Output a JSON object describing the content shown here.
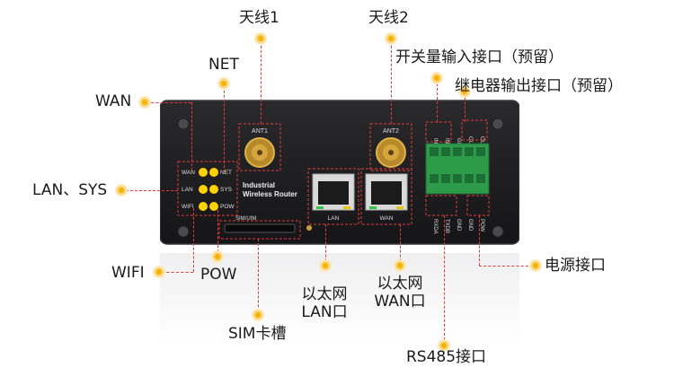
{
  "labels": {
    "antenna1": "天线1",
    "antenna2": "天线2",
    "net": "NET",
    "wan": "WAN",
    "lan_sys": "LAN、SYS",
    "wifi": "WIFI",
    "pow": "POW",
    "switch_io": "开关量输入接口（预留）",
    "relay_out": "继电器输出接口（预留）",
    "power_port": "电源接口",
    "eth_lan_line1": "以太网",
    "eth_lan_line2": "LAN口",
    "eth_wan_line1": "以太网",
    "eth_wan_line2": "WAN口",
    "sim_slot": "SIM卡槽",
    "rs485": "RS485接口"
  },
  "device_text": {
    "ant1": "ANT1",
    "ant2": "ANT2",
    "brand_line1": "Industrial",
    "brand_line2": "Wireless Router",
    "led_wan": "WAN",
    "led_net": "NET",
    "led_lan": "LAN",
    "led_sys": "SYS",
    "led_wifi": "WIFI",
    "led_pow": "POW",
    "sim": "SIM/UIM",
    "port_lan": "LAN",
    "port_wan": "WAN",
    "in1": "IN1",
    "in2": "IN2",
    "gnd_top": "GND",
    "out1": "OUT1",
    "out2": "OUT2",
    "rxda": "RXDA",
    "txdb": "TXDB",
    "gnd_b1": "GND",
    "gnd_b2": "GND",
    "pow_pin": "POW"
  },
  "colors": {
    "accent_dot": "#f4b400",
    "leader": "#e23b3b",
    "device_body": "#1d1d1f",
    "terminal_green": "#2e9b4a",
    "led_yellow": "#ffd200"
  }
}
